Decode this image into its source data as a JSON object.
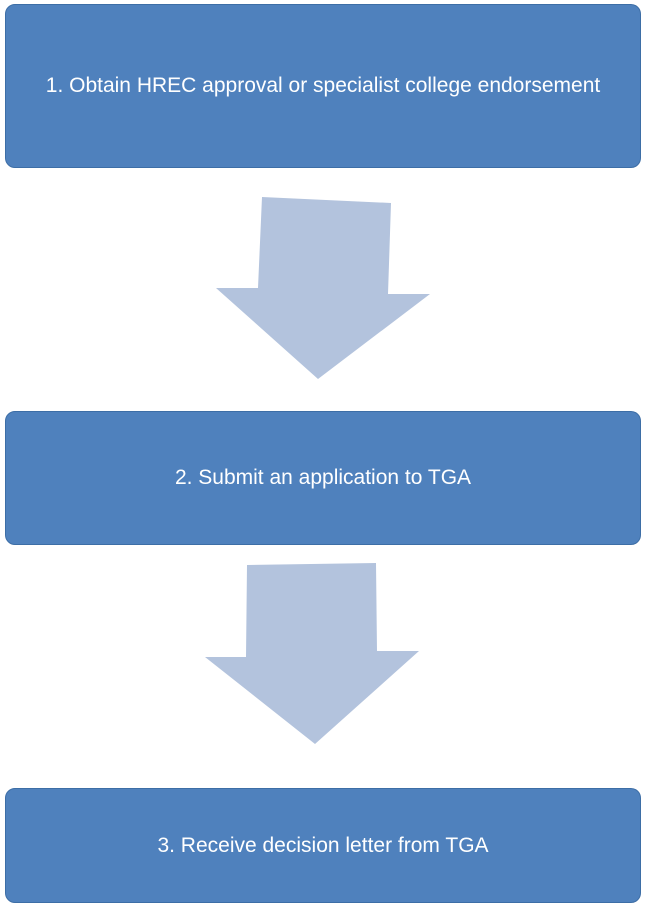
{
  "colors": {
    "box_fill": "#4f81bd",
    "box_border": "#3d6ea6",
    "arrow_fill": "#b3c3dd",
    "text": "#ffffff"
  },
  "steps": [
    {
      "label": "1. Obtain HREC approval or specialist college endorsement"
    },
    {
      "label": "2. Submit an application to TGA"
    },
    {
      "label": "3. Receive decision letter from TGA"
    }
  ]
}
